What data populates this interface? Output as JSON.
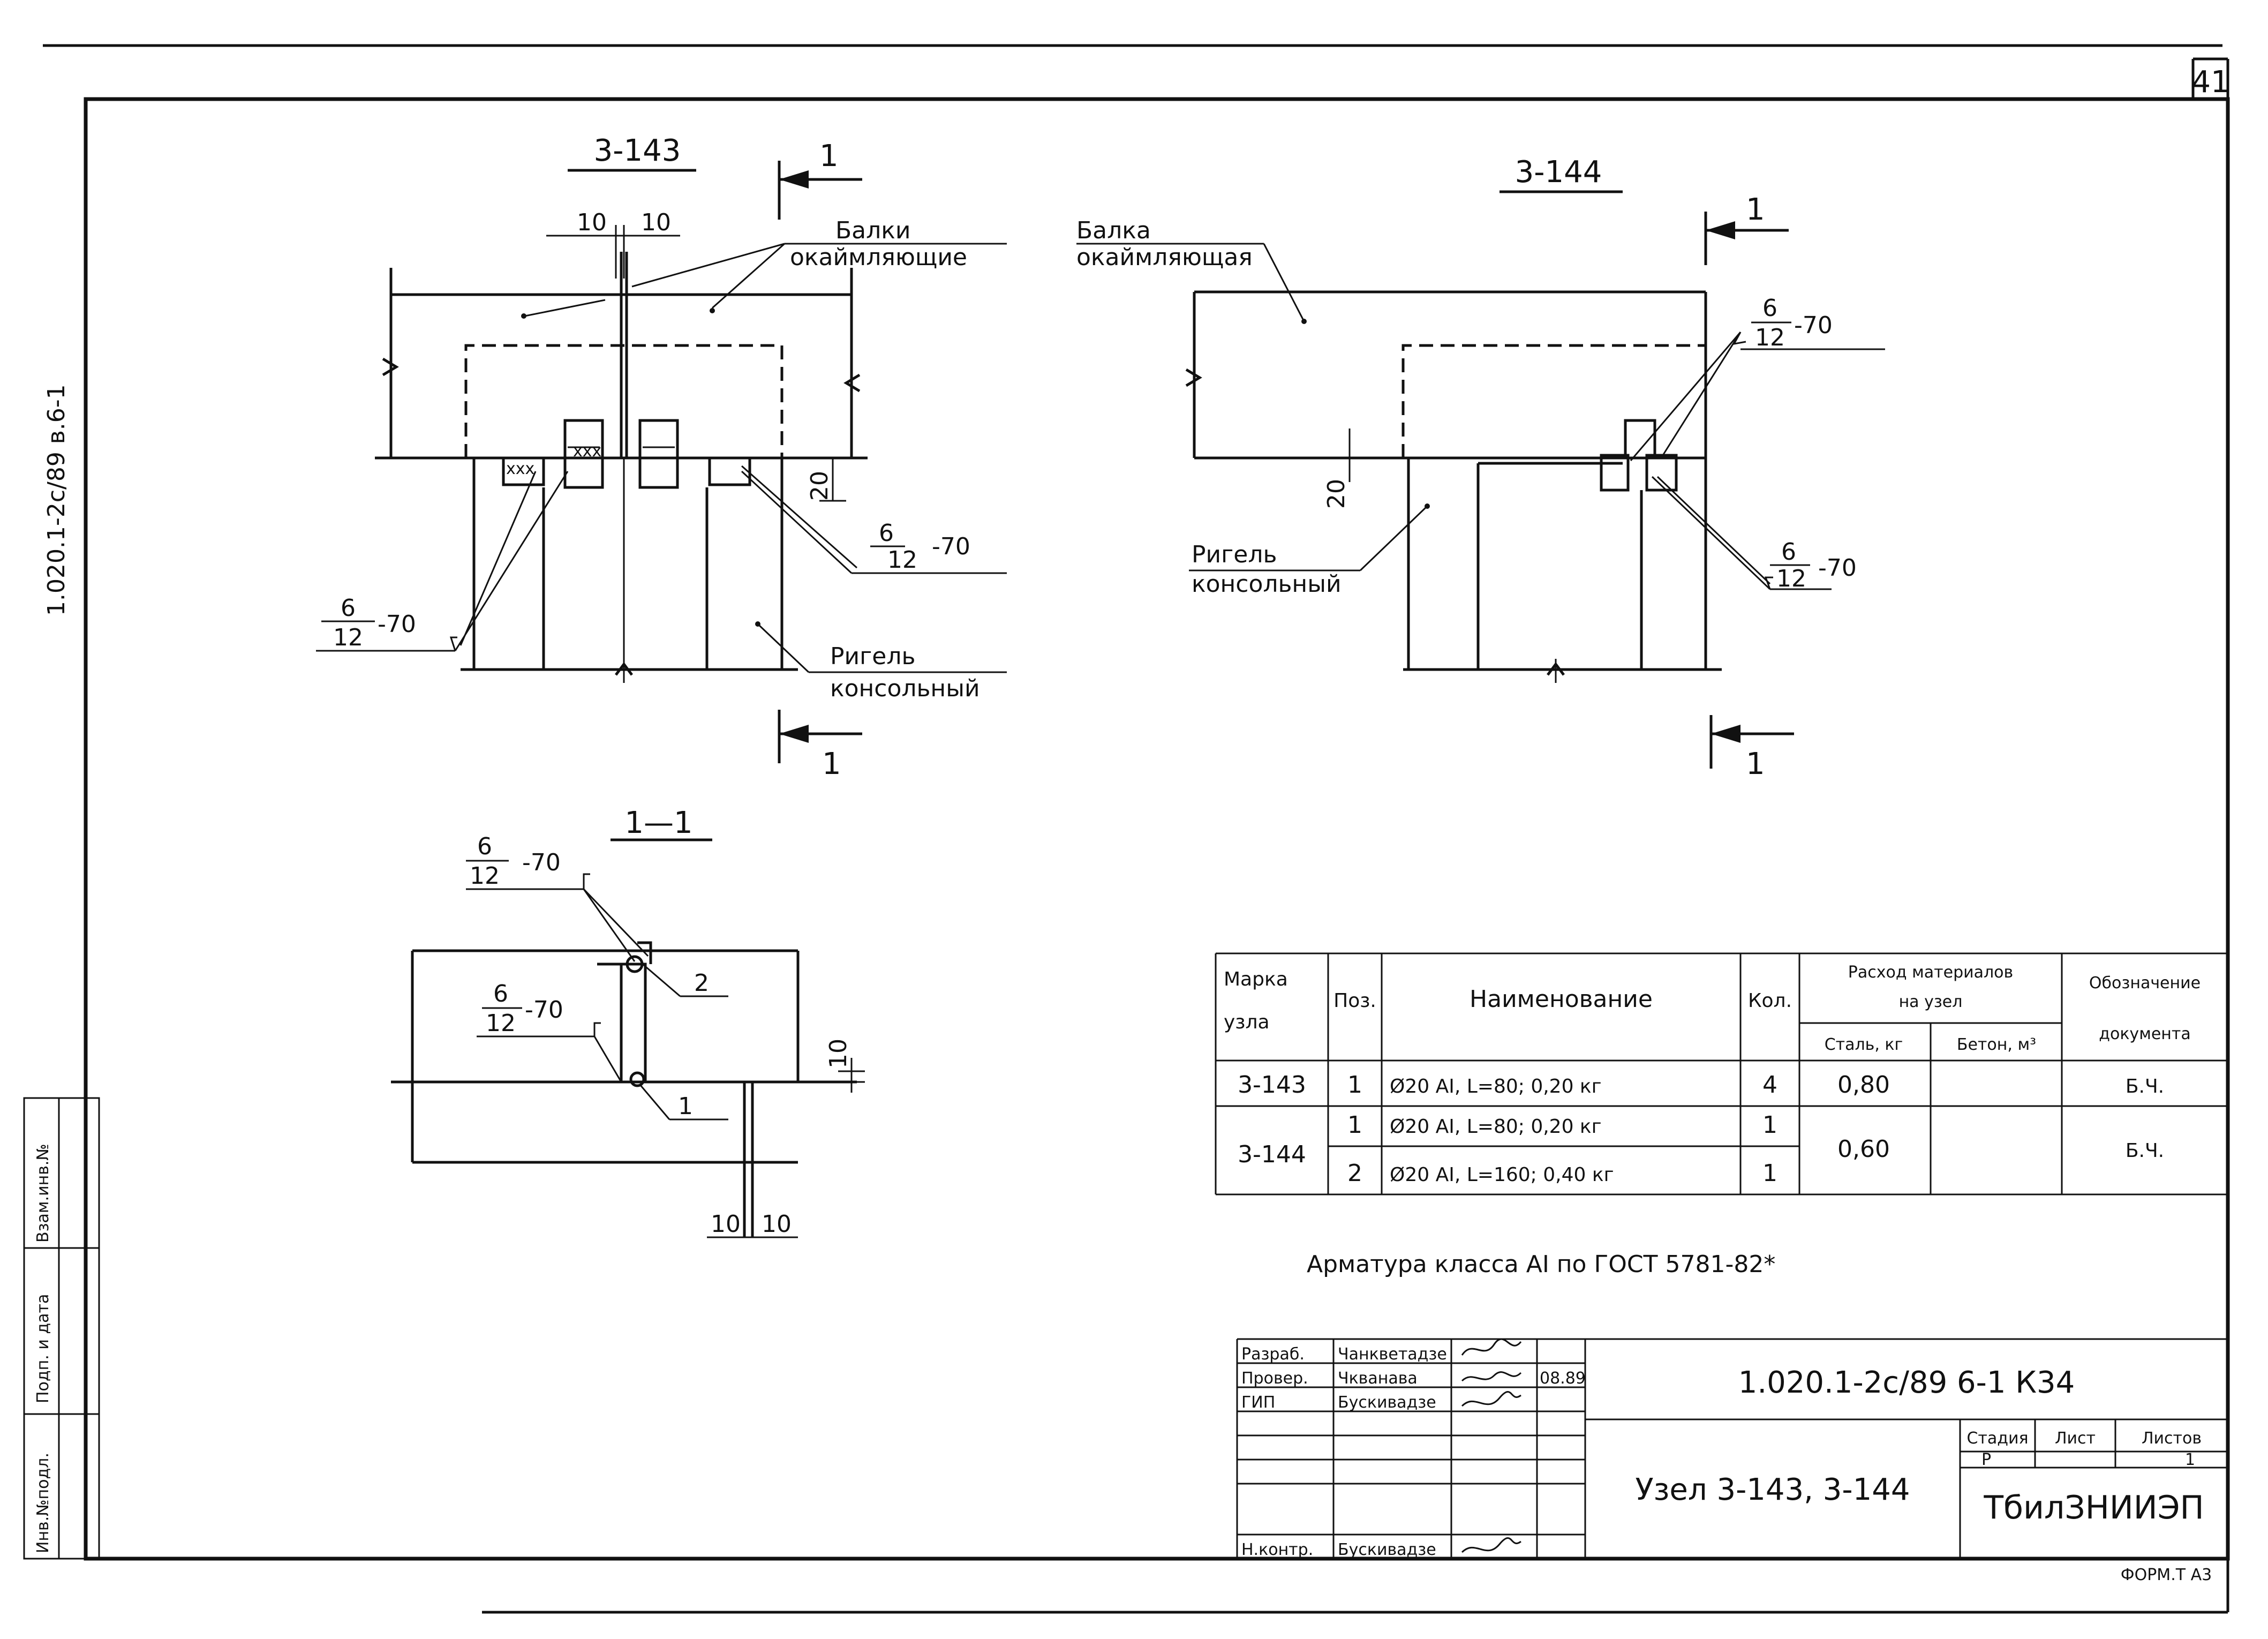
{
  "sheet": {
    "page_number": "41",
    "side_code": "1.020.1-2c/89 в.6-1",
    "side_stamp": {
      "col1": "Взам.инв.№",
      "col2": "Подп. и дата",
      "col3": "Инв.№подл."
    },
    "format": "ФОРМ.Т А3"
  },
  "node143": {
    "title": "3-143",
    "dim_left": "10",
    "dim_right": "10",
    "label_beams_1": "Балки",
    "label_beams_2": "окаймляющие",
    "dim_20": "20",
    "weld_right": {
      "num": "6",
      "den": "12",
      "len": "-70"
    },
    "weld_left": {
      "num": "6",
      "den": "12",
      "len": "-70"
    },
    "label_rigel_1": "Ригель",
    "label_rigel_2": "консольный",
    "section_mark": "1"
  },
  "node144": {
    "title": "3-144",
    "label_beam_1": "Балка",
    "label_beam_2": "окаймляющая",
    "weld_top": {
      "num": "6",
      "den": "12",
      "len": "-70"
    },
    "weld_bottom": {
      "num": "6",
      "den": "12",
      "len": "-70"
    },
    "dim_20": "20",
    "label_rigel_1": "Ригель",
    "label_rigel_2": "консольный",
    "section_mark": "1"
  },
  "section11": {
    "title": "1—1",
    "weld_top": {
      "num": "6",
      "den": "12",
      "len": "-70"
    },
    "weld_mid": {
      "num": "6",
      "den": "12",
      "len": "-70"
    },
    "pos2": "2",
    "pos1": "1",
    "dim_10_right": "10",
    "dim_bottom_left": "10",
    "dim_bottom_right": "10"
  },
  "spec": {
    "headers": {
      "marka": "Марка узла",
      "pos": "Поз.",
      "name": "Наименование",
      "qty": "Кол.",
      "usage": "Расход материалов на узел",
      "steel": "Сталь, кг",
      "concrete": "Бетон, м³",
      "doc": "Обозначение документа"
    },
    "rows": [
      {
        "marka": "3-143",
        "pos": "1",
        "name": "Ø20 АI, L=80; 0,20 кг",
        "qty": "4",
        "steel": "0,80",
        "concrete": "",
        "doc": "Б.Ч."
      },
      {
        "marka": "3-144",
        "pos": "1",
        "name": "Ø20 АI, L=80; 0,20 кг",
        "qty": "1",
        "steel": "0,60",
        "concrete": "",
        "doc": "Б.Ч."
      },
      {
        "marka": "",
        "pos": "2",
        "name": "Ø20 АI, L=160; 0,40 кг",
        "qty": "1",
        "steel": "",
        "concrete": "",
        "doc": ""
      }
    ],
    "note": "Арматура класса АI по ГОСТ 5781-82*"
  },
  "titleblock": {
    "roles": [
      "Разраб.",
      "Провер.",
      "ГИП",
      "",
      "",
      "",
      "Н.контр."
    ],
    "names": [
      "Чанкветадзе",
      "Чкванава",
      "Бускивадзе",
      "",
      "",
      "",
      "Бускивадзе"
    ],
    "date": "08.89",
    "code": "1.020.1-2с/89 6-1 К34",
    "name": "Узел 3-143, 3-144",
    "stage_label": "Стадия",
    "sheet_label": "Лист",
    "sheets_label": "Листов",
    "stage": "Р",
    "sheets": "1",
    "org": "ТбилЗНИИЭП"
  }
}
